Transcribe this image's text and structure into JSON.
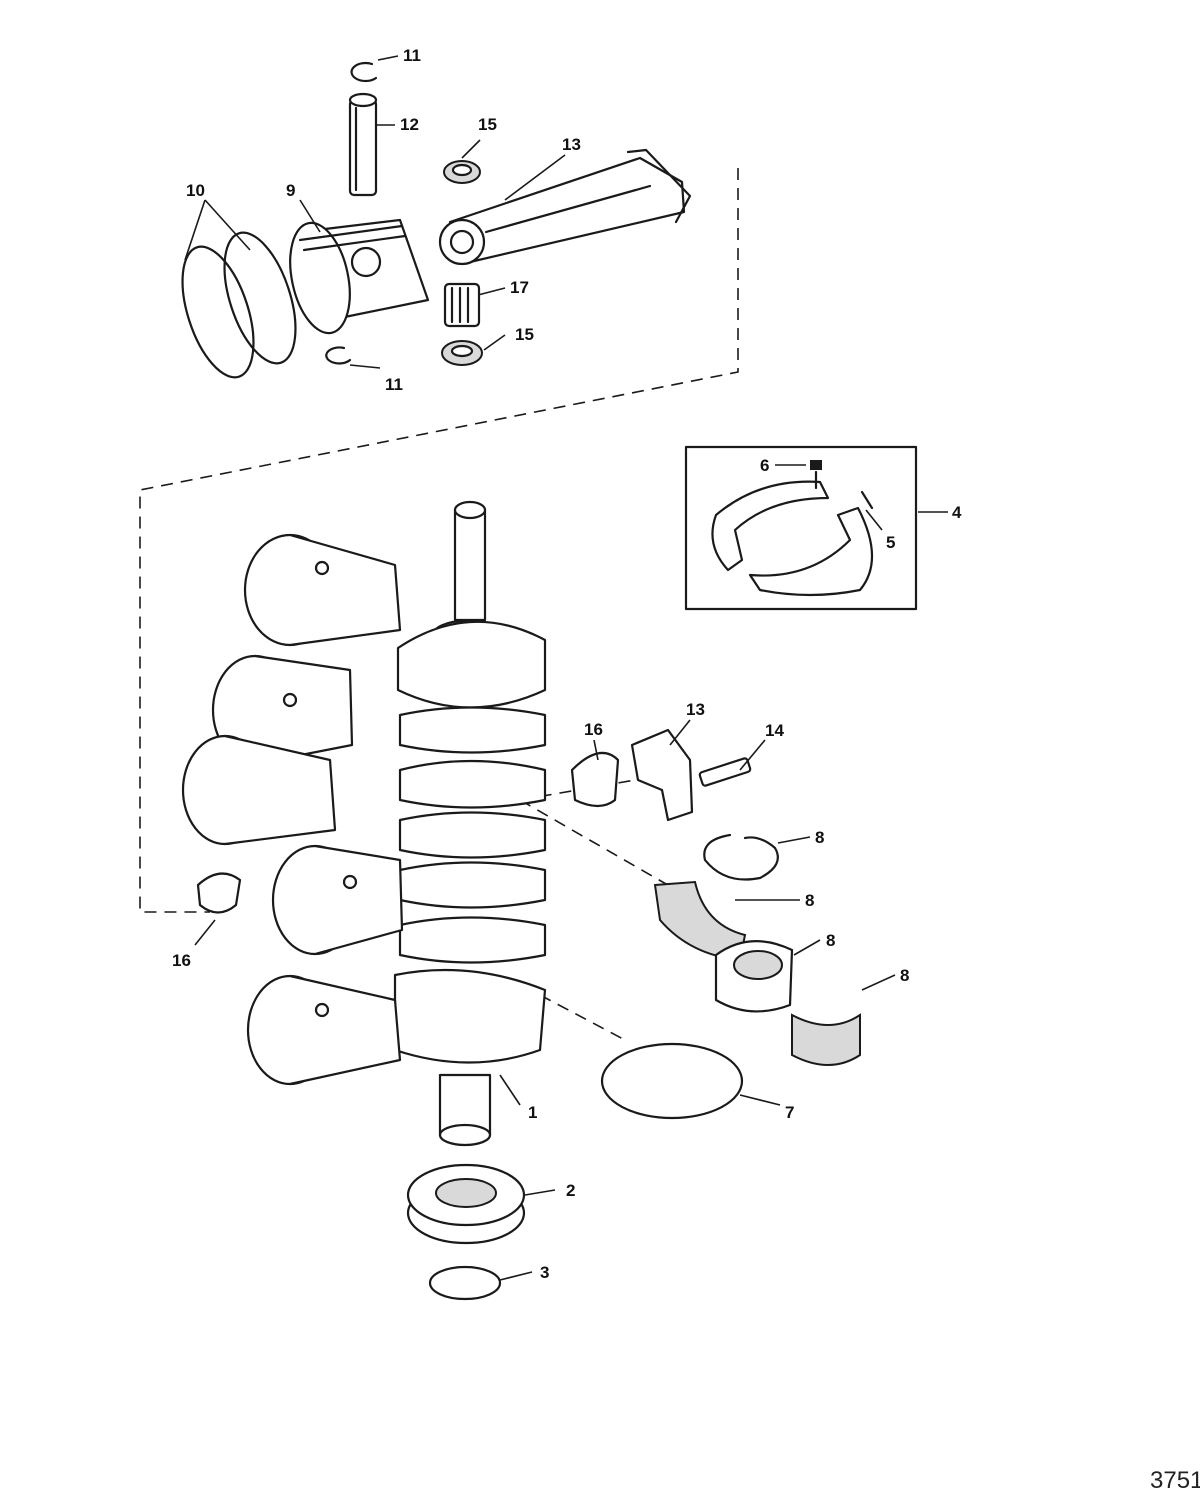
{
  "figure_number": "3751",
  "callouts": [
    {
      "label": "11"
    },
    {
      "label": "12"
    },
    {
      "label": "15"
    },
    {
      "label": "13"
    },
    {
      "label": "10"
    },
    {
      "label": "9"
    },
    {
      "label": "17"
    },
    {
      "label": "15"
    },
    {
      "label": "11"
    },
    {
      "label": "6"
    },
    {
      "label": "4"
    },
    {
      "label": "5"
    },
    {
      "label": "16"
    },
    {
      "label": "13"
    },
    {
      "label": "14"
    },
    {
      "label": "8"
    },
    {
      "label": "8"
    },
    {
      "label": "8"
    },
    {
      "label": "8"
    },
    {
      "label": "16"
    },
    {
      "label": "1"
    },
    {
      "label": "7"
    },
    {
      "label": "2"
    },
    {
      "label": "3"
    }
  ]
}
